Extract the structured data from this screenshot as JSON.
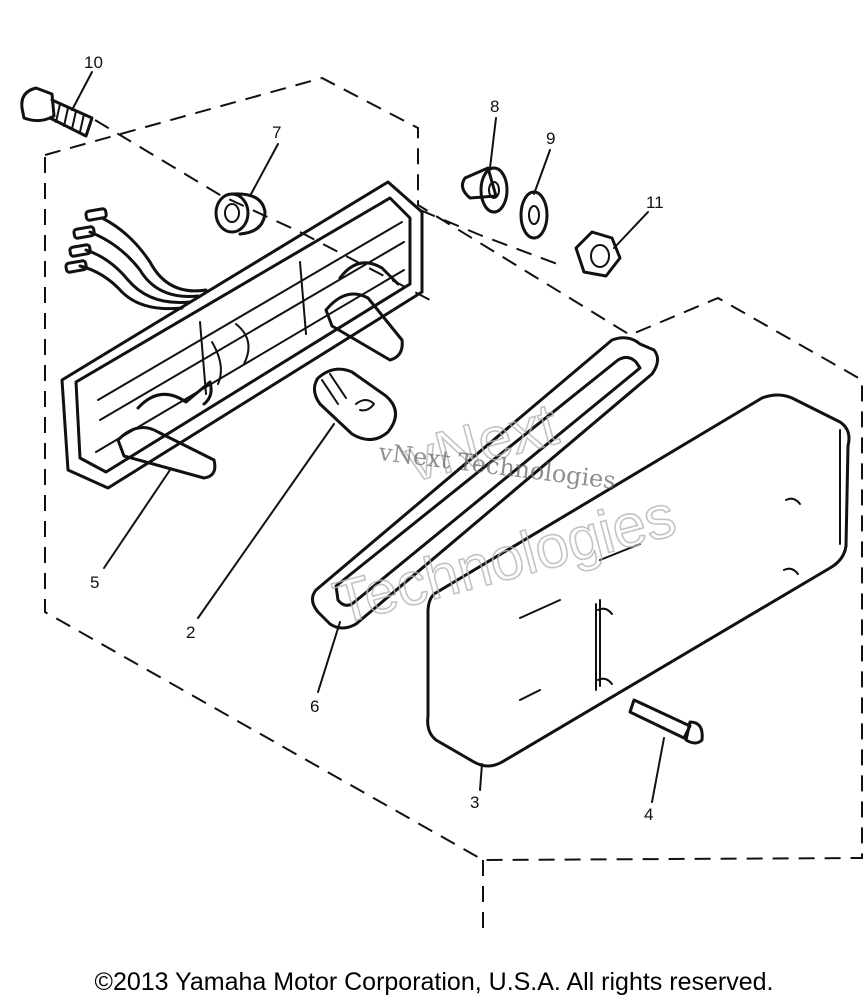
{
  "diagram": {
    "parts": [
      {
        "id": "2",
        "label": "2"
      },
      {
        "id": "3",
        "label": "3"
      },
      {
        "id": "4",
        "label": "4"
      },
      {
        "id": "5",
        "label": "5"
      },
      {
        "id": "6",
        "label": "6"
      },
      {
        "id": "7",
        "label": "7"
      },
      {
        "id": "8",
        "label": "8"
      },
      {
        "id": "9",
        "label": "9"
      },
      {
        "id": "10",
        "label": "10"
      },
      {
        "id": "11",
        "label": "11"
      }
    ]
  },
  "watermark": {
    "line1": "vNext Technologies",
    "line2a": "vNext",
    "line2b": "Technologies"
  },
  "copyright": "©2013 Yamaha Motor Corporation, U.S.A. All rights reserved."
}
